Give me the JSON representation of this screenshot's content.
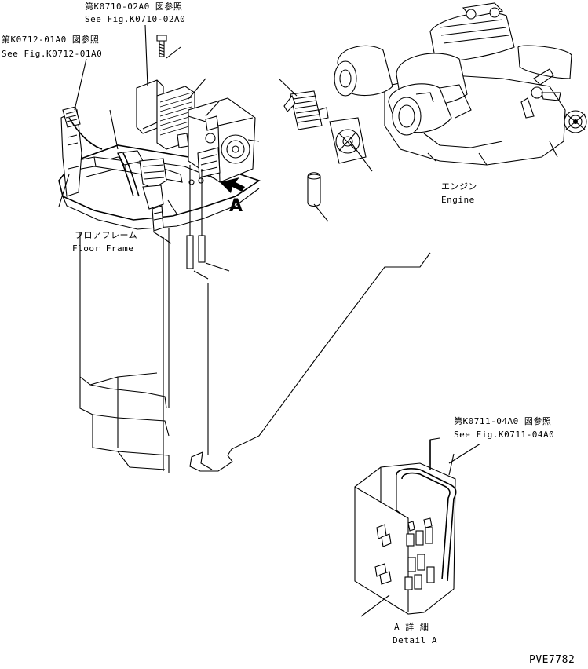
{
  "labels": {
    "ref_k0710_jp": "第K0710-02A0 図参照",
    "ref_k0710_en": "See Fig.K0710-02A0",
    "ref_k0712_jp": "第K0712-01A0 図参照",
    "ref_k0712_en": "See Fig.K0712-01A0",
    "engine_jp": "エンジン",
    "engine_en": "Engine",
    "floor_frame_jp": "フロアフレーム",
    "floor_frame_en": "Floor Frame",
    "view_marker": "A",
    "ref_k0711_jp": "第K0711-04A0 図参照",
    "ref_k0711_en": "See Fig.K0711-04A0",
    "detail_jp": "A 詳 細",
    "detail_en": "Detail A",
    "drawing_number": "PVE7782"
  }
}
